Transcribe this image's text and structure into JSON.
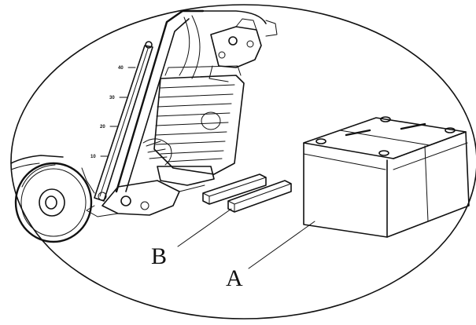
{
  "diagram": {
    "callouts": {
      "a_label": "A",
      "b_label": "B"
    },
    "scale_ticks": [
      "40",
      "30",
      "20",
      "10"
    ]
  }
}
